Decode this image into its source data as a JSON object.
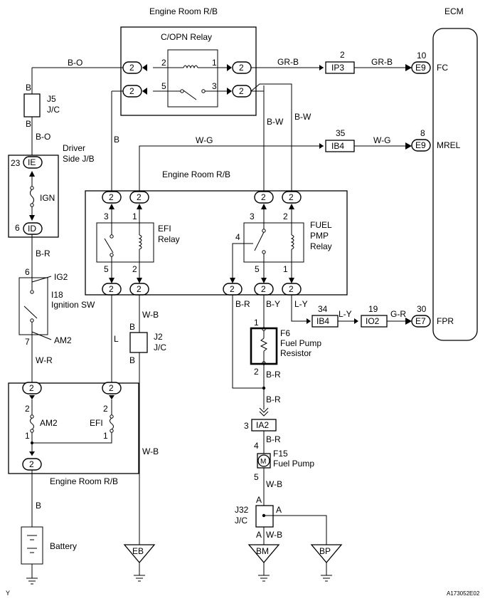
{
  "labels": {
    "engine_room_rb_top": "Engine Room R/B",
    "engine_room_rb_mid": "Engine Room R/B",
    "engine_room_rb_bottom": "Engine Room R/B",
    "ecm": "ECM",
    "copn_relay": "C/OPN Relay",
    "efi_relay_1": "EFI",
    "efi_relay_2": "Relay",
    "fuel_pmp_1": "FUEL",
    "fuel_pmp_2": "PMP",
    "fuel_pmp_3": "Relay",
    "driver_jb_1": "Driver",
    "driver_jb_2": "Side J/B",
    "ign": "IGN",
    "ig2": "IG2",
    "am2_sw": "AM2",
    "i18": "I18",
    "ignition_sw": "Ignition SW",
    "j5": "J5",
    "j5_jc": "J/C",
    "j2": "J2",
    "j2_jc": "J/C",
    "j32": "J32",
    "j32_jc": "J/C",
    "f6": "F6",
    "f6_1": "Fuel Pump",
    "f6_2": "Resistor",
    "f15": "F15",
    "f15_1": "Fuel Pump",
    "am2_fuse": "AM2",
    "efi_fuse": "EFI",
    "battery": "Battery",
    "motor_m": "M",
    "footer_left": "Y",
    "footer_right": "A173052E02"
  },
  "ecm_terminals": {
    "fc_pin": "10",
    "fc_conn": "E9",
    "fc": "FC",
    "mrel_pin": "8",
    "mrel_conn": "E9",
    "mrel": "MREL",
    "fpr_pin": "30",
    "fpr_conn": "E7",
    "fpr": "FPR"
  },
  "connectors": {
    "ip3_pin": "2",
    "ip3": "IP3",
    "ib4a_pin": "35",
    "ib4a": "IB4",
    "ib4b_pin": "34",
    "ib4b": "IB4",
    "io2_pin": "19",
    "io2": "IO2",
    "ia2_pin": "3",
    "ia2": "IA2",
    "ie_pin": "23",
    "ie": "IE",
    "id_pin": "6",
    "id": "ID"
  },
  "terminal_value": "2",
  "pin_numbers": {
    "copn_2": "2",
    "copn_1": "1",
    "copn_5": "5",
    "copn_3": "3",
    "efi_3": "3",
    "efi_1": "1",
    "efi_5": "5",
    "efi_2": "2",
    "fp_3": "3",
    "fp_2t": "2",
    "fp_4": "4",
    "fp_5": "5",
    "fp_1": "1",
    "sw_6": "6",
    "sw_7": "7",
    "f6_p1": "1",
    "f6_p2": "2",
    "f15_p4": "4",
    "f15_p5": "5",
    "am2_2": "2",
    "am2_1": "1",
    "efif_2": "2",
    "efif_1": "1"
  },
  "wires": {
    "b_o_top": "B-O",
    "b_j5_top": "B",
    "b_j5_bot": "B",
    "b_o_mid": "B-O",
    "b_r": "B-R",
    "w_r": "W-R",
    "gr_b_1": "GR-B",
    "gr_b_2": "GR-B",
    "b_copn": "B",
    "b_w": "B-W",
    "b_w_2": "B-W",
    "w_g_1": "W-G",
    "w_g_2": "W-G",
    "w_b_efi": "W-B",
    "b_j2_top": "B",
    "b_j2_bot": "B",
    "l_wire": "L",
    "b_r_fp": "B-R",
    "b_y": "B-Y",
    "l_y": "L-Y",
    "l_y_2": "L-Y",
    "g_r": "G-R",
    "b_r_f6": "B-R",
    "b_r_junc": "B-R",
    "b_r_ia2": "B-R",
    "w_b_f15": "W-B",
    "w_b_j32": "W-B",
    "w_b_eb": "W-B",
    "b_batt": "B",
    "a1": "A",
    "a2": "A",
    "a3": "A"
  },
  "grounds": {
    "eb": "EB",
    "bm": "BM",
    "bp": "BP"
  }
}
